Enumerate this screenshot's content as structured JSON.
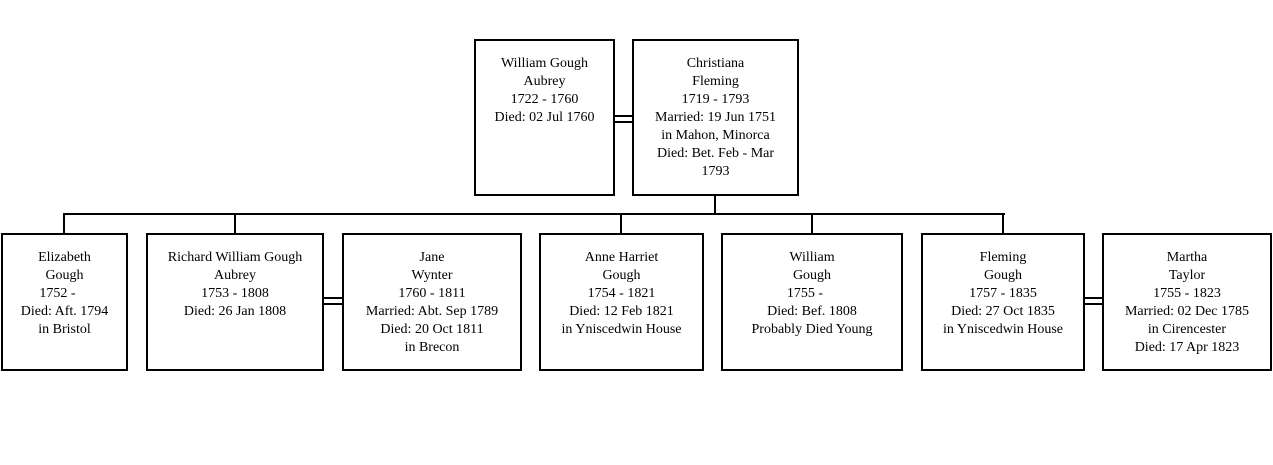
{
  "parents": [
    {
      "id": "p1",
      "lines": [
        "William Gough",
        "Aubrey",
        "1722 - 1760",
        "Died: 02 Jul 1760"
      ]
    },
    {
      "id": "p2",
      "lines": [
        "Christiana",
        "Fleming",
        "1719 - 1793",
        "Married: 19 Jun 1751",
        "in Mahon, Minorca",
        "Died: Bet. Feb - Mar",
        "1793"
      ]
    }
  ],
  "children": [
    {
      "id": "c1",
      "lines": [
        "Elizabeth",
        "Gough",
        "1752 -    ",
        "Died: Aft. 1794",
        "in Bristol"
      ]
    },
    {
      "id": "c2",
      "lines": [
        "Richard William Gough",
        "Aubrey",
        "1753 - 1808",
        "Died: 26 Jan 1808"
      ]
    },
    {
      "id": "c3",
      "lines": [
        "Jane",
        "Wynter",
        "1760 - 1811",
        "Married: Abt. Sep 1789",
        "Died: 20 Oct 1811",
        "in Brecon"
      ]
    },
    {
      "id": "c4",
      "lines": [
        "Anne Harriet",
        "Gough",
        "1754 - 1821",
        "Died: 12 Feb 1821",
        "in Yniscedwin House"
      ]
    },
    {
      "id": "c5",
      "lines": [
        "William",
        "Gough",
        "1755 -    ",
        "Died: Bef. 1808",
        "Probably Died Young"
      ]
    },
    {
      "id": "c6",
      "lines": [
        "Fleming",
        "Gough",
        "1757 - 1835",
        "Died: 27 Oct 1835",
        "in Yniscedwin House"
      ]
    },
    {
      "id": "c7",
      "lines": [
        "Martha",
        "Taylor",
        "1755 - 1823",
        "Married: 02 Dec 1785",
        "in Cirencester",
        "Died: 17 Apr 1823"
      ]
    }
  ]
}
